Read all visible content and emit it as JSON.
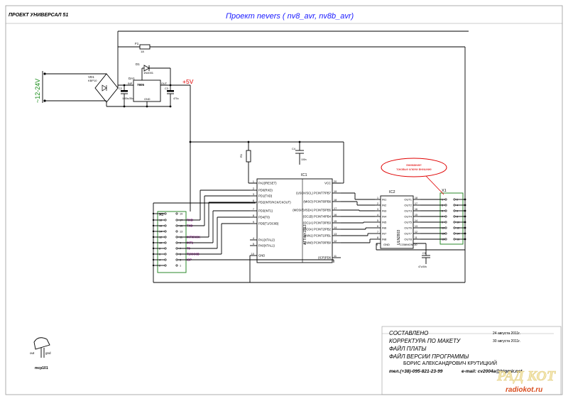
{
  "header": {
    "project_label": "ПРОЕКТ УНИВЕРСАЛ 51",
    "title": "Проект nevers ( nv8_avr, nv8b_avr)"
  },
  "power": {
    "input_label": "~12-24V",
    "plus5v_label": "+5V",
    "fuse": {
      "ref": "F1",
      "value": "1A"
    },
    "diode": {
      "ref": "D1",
      "value": "1N4001"
    },
    "bridge": {
      "ref": "VD1",
      "value": "KBP10"
    },
    "regulator": {
      "ref": "DA1",
      "part": "7805",
      "pin_in": "INP",
      "pin_out": "OUT",
      "pin_gnd": "GND"
    },
    "c2": {
      "ref": "C2",
      "value": "1000u/35v"
    },
    "c3": {
      "ref": "C3",
      "value": "470u"
    },
    "c4": {
      "ref": "C4",
      "value": "100n"
    },
    "r1": {
      "ref": "R1",
      "value": "10k"
    },
    "c5": {
      "ref": "C5",
      "value": "47u/16v"
    }
  },
  "ic1": {
    "ref": "IC1",
    "part": "ATTINY2313",
    "vcc_label": "VCC",
    "left_pins": [
      {
        "num": "1",
        "name": "PA2(/RESET)"
      },
      {
        "num": "2",
        "name": "PD0(RXD)"
      },
      {
        "num": "3",
        "name": "PD1(TXD)"
      },
      {
        "num": "6",
        "name": "PD2(INT0/XCK/CKOUT)"
      },
      {
        "num": "7",
        "name": "PD3(INT1)"
      },
      {
        "num": "8",
        "name": "PD4(T0)"
      },
      {
        "num": "9",
        "name": "PD5(T1/OC0B)"
      },
      {
        "num": "4",
        "name": "PA1(XTAL2)"
      },
      {
        "num": "5",
        "name": "PA0(XTAL1)"
      },
      {
        "num": "10",
        "name": "GND"
      }
    ],
    "right_pins": [
      {
        "num": "20",
        "name": "VCC"
      },
      {
        "num": "19",
        "name": "(USCK/SCL) PCINT7/PB7"
      },
      {
        "num": "18",
        "name": "(MISO) PCINT6/PB6"
      },
      {
        "num": "17",
        "name": "(MOSI/DI/SDA) PCINT5/PB5"
      },
      {
        "num": "16",
        "name": "(OC1B) PCINT4/PB4"
      },
      {
        "num": "15",
        "name": "(OC1A) PCINT3/PB3"
      },
      {
        "num": "14",
        "name": "(OC0A) PCINT2/PB2"
      },
      {
        "num": "13",
        "name": "(AIN1) PCINT1/PB1"
      },
      {
        "num": "12",
        "name": "(AIN0) PCINT0/PB0"
      },
      {
        "num": "11",
        "name": "(ICP)PD6"
      }
    ]
  },
  "ic2": {
    "ref": "IC2",
    "part": "ULN2803",
    "inputs": [
      "IN1",
      "IN2",
      "IN3",
      "IN4",
      "IN5",
      "IN6",
      "IN7",
      "IN8"
    ],
    "in_nums": [
      "1",
      "2",
      "3",
      "4",
      "5",
      "6",
      "7",
      "8"
    ],
    "outputs": [
      "OUT1",
      "OUT2",
      "OUT3",
      "OUT4",
      "OUT5",
      "OUT6",
      "OUT7",
      "OUT8"
    ],
    "out_nums": [
      "18",
      "17",
      "16",
      "15",
      "14",
      "13",
      "12",
      "11"
    ],
    "gnd": "GND",
    "gnd_num": "9",
    "common": "COMMON",
    "common_num": "10"
  },
  "x1": {
    "ref": "X1",
    "left_nums": [
      "1",
      "3",
      "5",
      "7",
      "9",
      "11",
      "13",
      "15"
    ],
    "right_nums": [
      "2",
      "4",
      "6",
      "8",
      "10",
      "12",
      "14",
      "16"
    ]
  },
  "x2": {
    "ref": "X2",
    "left_nums": [
      "20",
      "18",
      "16",
      "14",
      "12",
      "10",
      "8",
      "6",
      "4",
      "2"
    ],
    "right_nums": [
      "19",
      "17",
      "15",
      "13",
      "11",
      "9",
      "7",
      "5",
      "3",
      "1"
    ],
    "signals": [
      "RXD",
      "TXD",
      "INT0/XCK",
      "INT1",
      "T0",
      "T1/OC0B",
      "ICP"
    ]
  },
  "note": {
    "line1": "внимание!",
    "line2": "токовые ключи внешние"
  },
  "sensor": {
    "pin_out": "out",
    "pin_gnd": "gnd",
    "part": "mcp101"
  },
  "titleblock": {
    "created_label": "СОСТАВЛЕНО",
    "created_date": "24 августа 2011г.",
    "corrected_label": "КОРРЕКТУРА ПО МАКЕТУ",
    "corrected_date": "30 августа 2011г.",
    "pcb_file_label": "ФАЙЛ ПЛАТЫ",
    "firmware_label": "ФАЙЛ ВЕРСИИ ПРОГРАММЫ",
    "author": "БОРИС АЛЕКСАНДРОВИЧ КРУТИЦКИЙ",
    "phone": "тел.(+38)-095-821-23-99",
    "email": "e-mail: cv2004a@bigmir.net"
  },
  "watermark": {
    "logo": "РАД КОТ",
    "site": "radiokot.ru"
  },
  "colors": {
    "title": "#1a1aff",
    "plus5v": "#e00000",
    "signals": "#800080",
    "connector_frame": "#2b8a2b",
    "note_ellipse": "#e00000"
  }
}
